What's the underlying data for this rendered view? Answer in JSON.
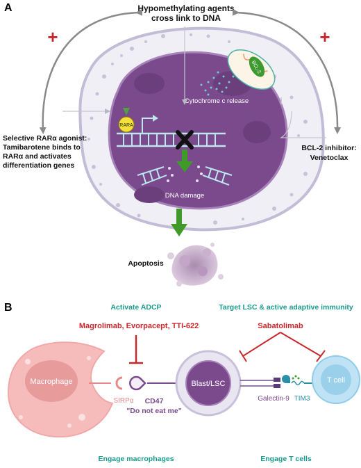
{
  "panel_a": {
    "label": "A",
    "top_title_line1": "Hypomethylating agents",
    "top_title_line2": "cross link to DNA",
    "plus_left": "+",
    "plus_right": "+",
    "cytochrome": "Cytochrome c release",
    "rara_badge": "RARA",
    "bcl2_badge": "BCL-2",
    "dna_damage": "DNA damage",
    "apoptosis": "Apoptosis",
    "left_line1": "Selective RARα agonist:",
    "left_line2": "Tamibarotene binds to",
    "left_line3": "RARα and activates",
    "left_line4": "differentiation genes",
    "right_line1": "BCL-2 inhibitor:",
    "right_line2": "Venetoclax"
  },
  "panel_b": {
    "label": "B",
    "activate_adcp": "Activate ADCP",
    "target_lsc": "Target LSC & active adaptive immunity",
    "drugs_left": "Magrolimab, Evorpacept, TTI-622",
    "drug_right": "Sabatolimab",
    "macrophage": "Macrophage",
    "sirpa": "SIRPα",
    "cd47": "CD47",
    "dont_eat": "\"Do not eat me\"",
    "blast": "Blast/LSC",
    "galectin": "Galectin-9",
    "tim3": "TIM3",
    "tcell": "T cell",
    "engage_macrophages": "Engage macrophages",
    "engage_tcells": "Engage T cells"
  },
  "colors": {
    "red": "#c8282b",
    "teal": "#1a9a8c",
    "purple": "#7a4a8c",
    "green": "#3f9a2a"
  }
}
